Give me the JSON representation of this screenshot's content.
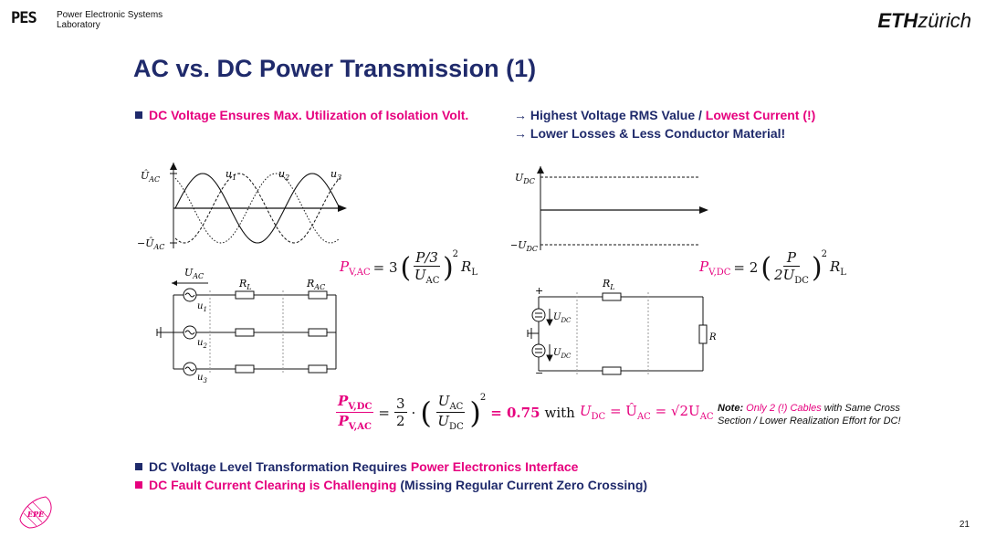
{
  "header": {
    "lab_logo": "PES",
    "lab_name_line1": "Power Electronic Systems",
    "lab_name_line2": "Laboratory",
    "university_bold": "ETH",
    "university_rest": "zürich"
  },
  "title": "AC vs. DC Power Transmission (1)",
  "bullet1": {
    "text": "DC Voltage Ensures Max. Utilization of Isolation Volt.",
    "arrow1_part1": "→ Highest Voltage RMS Value / ",
    "arrow1_part2": "Lowest Current (!)",
    "arrow2": "→ Lower Losses & Less Conductor Material!"
  },
  "ac_diagram": {
    "y_top": "Û",
    "y_top_sub": "AC",
    "y_bottom": "−Û",
    "y_bottom_sub": "AC",
    "u1": "u",
    "u1_sub": "1",
    "u2": "u",
    "u2_sub": "2",
    "u3": "u",
    "u3_sub": "3",
    "circuit_voltage": "U",
    "circuit_voltage_sub": "AC",
    "resistor_label": "R",
    "resistor_label_sub": "L",
    "resistor_label2": "R",
    "resistor_label2_sub": "AC",
    "source1": "u",
    "source1_sub": "1",
    "source2": "u",
    "source2_sub": "2",
    "source3": "u",
    "source3_sub": "3"
  },
  "dc_diagram": {
    "y_top": "U",
    "y_top_sub": "DC",
    "y_bottom": "−U",
    "y_bottom_sub": "DC",
    "resistor_label": "R",
    "resistor_label_sub": "L",
    "load_label": "R",
    "load_label_sub": "DC",
    "source_top": "U",
    "source_top_sub": "DC",
    "source_bottom": "U",
    "source_bottom_sub": "DC",
    "plus": "+",
    "minus": "−"
  },
  "formula_ac": {
    "lhs": "P",
    "lhs_sub": "V,AC",
    "eq": "= 3",
    "num": "P/3",
    "den": "U",
    "den_sub": "AC",
    "exp": "2",
    "tail": "R",
    "tail_sub": "L"
  },
  "formula_dc": {
    "lhs": "P",
    "lhs_sub": "V,DC",
    "eq": "= 2",
    "num": "P",
    "den": "2U",
    "den_sub": "DC",
    "exp": "2",
    "tail": "R",
    "tail_sub": "L"
  },
  "ratio": {
    "num": "P",
    "num_sub": "V,DC",
    "den": "P",
    "den_sub": "V,AC",
    "frac_num": "3",
    "frac_den": "2",
    "dot": "·",
    "inner_num": "U",
    "inner_num_sub": "AC",
    "inner_den": "U",
    "inner_den_sub": "DC",
    "exp": "2",
    "result": "= 0.75",
    "with": "with",
    "cond1": "U",
    "cond1_sub": "DC",
    "cond2": "= Û",
    "cond2_sub": "AC",
    "cond3": "= √2U",
    "cond3_sub": "AC"
  },
  "note": {
    "p1": "Note: ",
    "p2": "Only 2 (!) Cables",
    "p3": " with Same Cross",
    "line2": "Section / Lower Realization Effort for DC!"
  },
  "bullet2": {
    "part1": "DC Voltage Level Transformation Requires ",
    "part2": "Power Electronics Interface"
  },
  "bullet3": {
    "part1": "DC Fault Current Clearing is Challenging ",
    "part2": "(Missing Regular Current Zero Crossing)"
  },
  "footer_logo": "EPE",
  "page_number": "21",
  "colors": {
    "navy": "#1f2a6b",
    "pink": "#e6007e"
  }
}
